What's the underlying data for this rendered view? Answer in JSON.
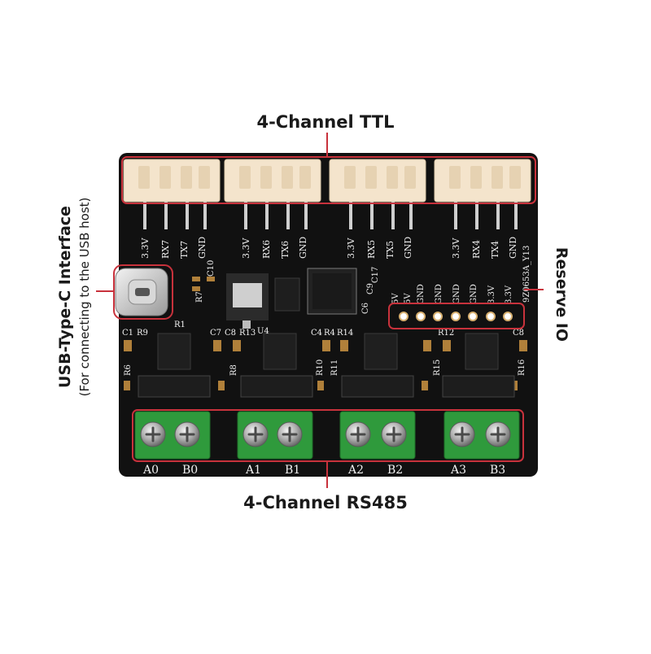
{
  "callouts": {
    "ttl": "4-Channel TTL",
    "rs485": "4-Channel RS485",
    "usb_title": "USB-Type-C Interface",
    "usb_subtitle": "(For connecting to the USB host)",
    "reserve": "Reserve IO"
  },
  "ttl_headers": [
    {
      "pins": [
        "3.3V",
        "RX7",
        "TX7",
        "GND"
      ]
    },
    {
      "pins": [
        "3.3V",
        "RX6",
        "TX6",
        "GND"
      ]
    },
    {
      "pins": [
        "3.3V",
        "RX5",
        "TX5",
        "GND"
      ]
    },
    {
      "pins": [
        "3.3V",
        "RX4",
        "TX4",
        "GND"
      ]
    }
  ],
  "reserve_pins": [
    "5V",
    "5V",
    "GND",
    "GND",
    "GND",
    "GND",
    "3.3V",
    "3.3V"
  ],
  "board_id": "9Z0653A_Y13",
  "terminals": [
    {
      "a": "A0",
      "b": "B0"
    },
    {
      "a": "A1",
      "b": "B1"
    },
    {
      "a": "A2",
      "b": "B2"
    },
    {
      "a": "A3",
      "b": "B3"
    }
  ],
  "component_labels": [
    "C1",
    "R9",
    "C7",
    "C8",
    "R13",
    "C4",
    "R4",
    "R14",
    "R12",
    "C8",
    "R6",
    "R8",
    "R10",
    "R11",
    "R15",
    "R16",
    "R7",
    "C10",
    "C9",
    "C17",
    "C6",
    "U4",
    "R1"
  ],
  "colors": {
    "pcb": "#111111",
    "accent": "#c8323c",
    "header": "#f4e4cc",
    "terminal": "#2f9a3c"
  },
  "icons": [
    "usb-c-port-icon",
    "screw-icon"
  ]
}
